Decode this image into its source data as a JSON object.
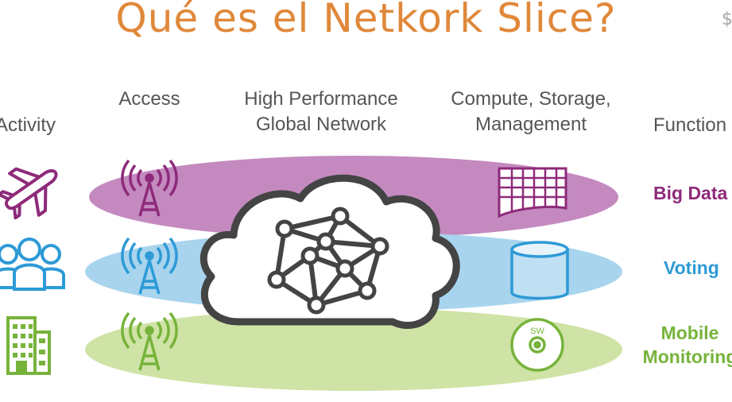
{
  "title": "Qué es el Netkork Slice?",
  "headers": {
    "activity": "Activity",
    "access": "Access",
    "network": [
      "High Performance",
      "Global Network"
    ],
    "compute": [
      "Compute, Storage,",
      "Management"
    ],
    "function": "Function"
  },
  "functions": {
    "big_data": "Big Data",
    "voting": "Voting",
    "mobile": [
      "Mobile",
      "Monitoring"
    ]
  },
  "colors": {
    "title": "#e0883a",
    "slice_purple": "#c48ac0",
    "slice_blue": "#a8d4ee",
    "slice_green": "#cfe3a6",
    "icon_purple": "#8e2a7a",
    "icon_blue": "#2d9ad6",
    "icon_green": "#77b33b",
    "cloud": "#444444"
  },
  "icons": {
    "row1_activity": "airplane-icon",
    "row2_activity": "people-group-icon",
    "row3_activity": "building-icon",
    "access": "radio-tower-icon",
    "network": "cloud-mesh-icon",
    "row1_resource": "data-center-grid-icon",
    "row2_resource": "storage-cylinder-icon",
    "row3_resource": "software-disc-icon"
  },
  "disc_label": "SW"
}
